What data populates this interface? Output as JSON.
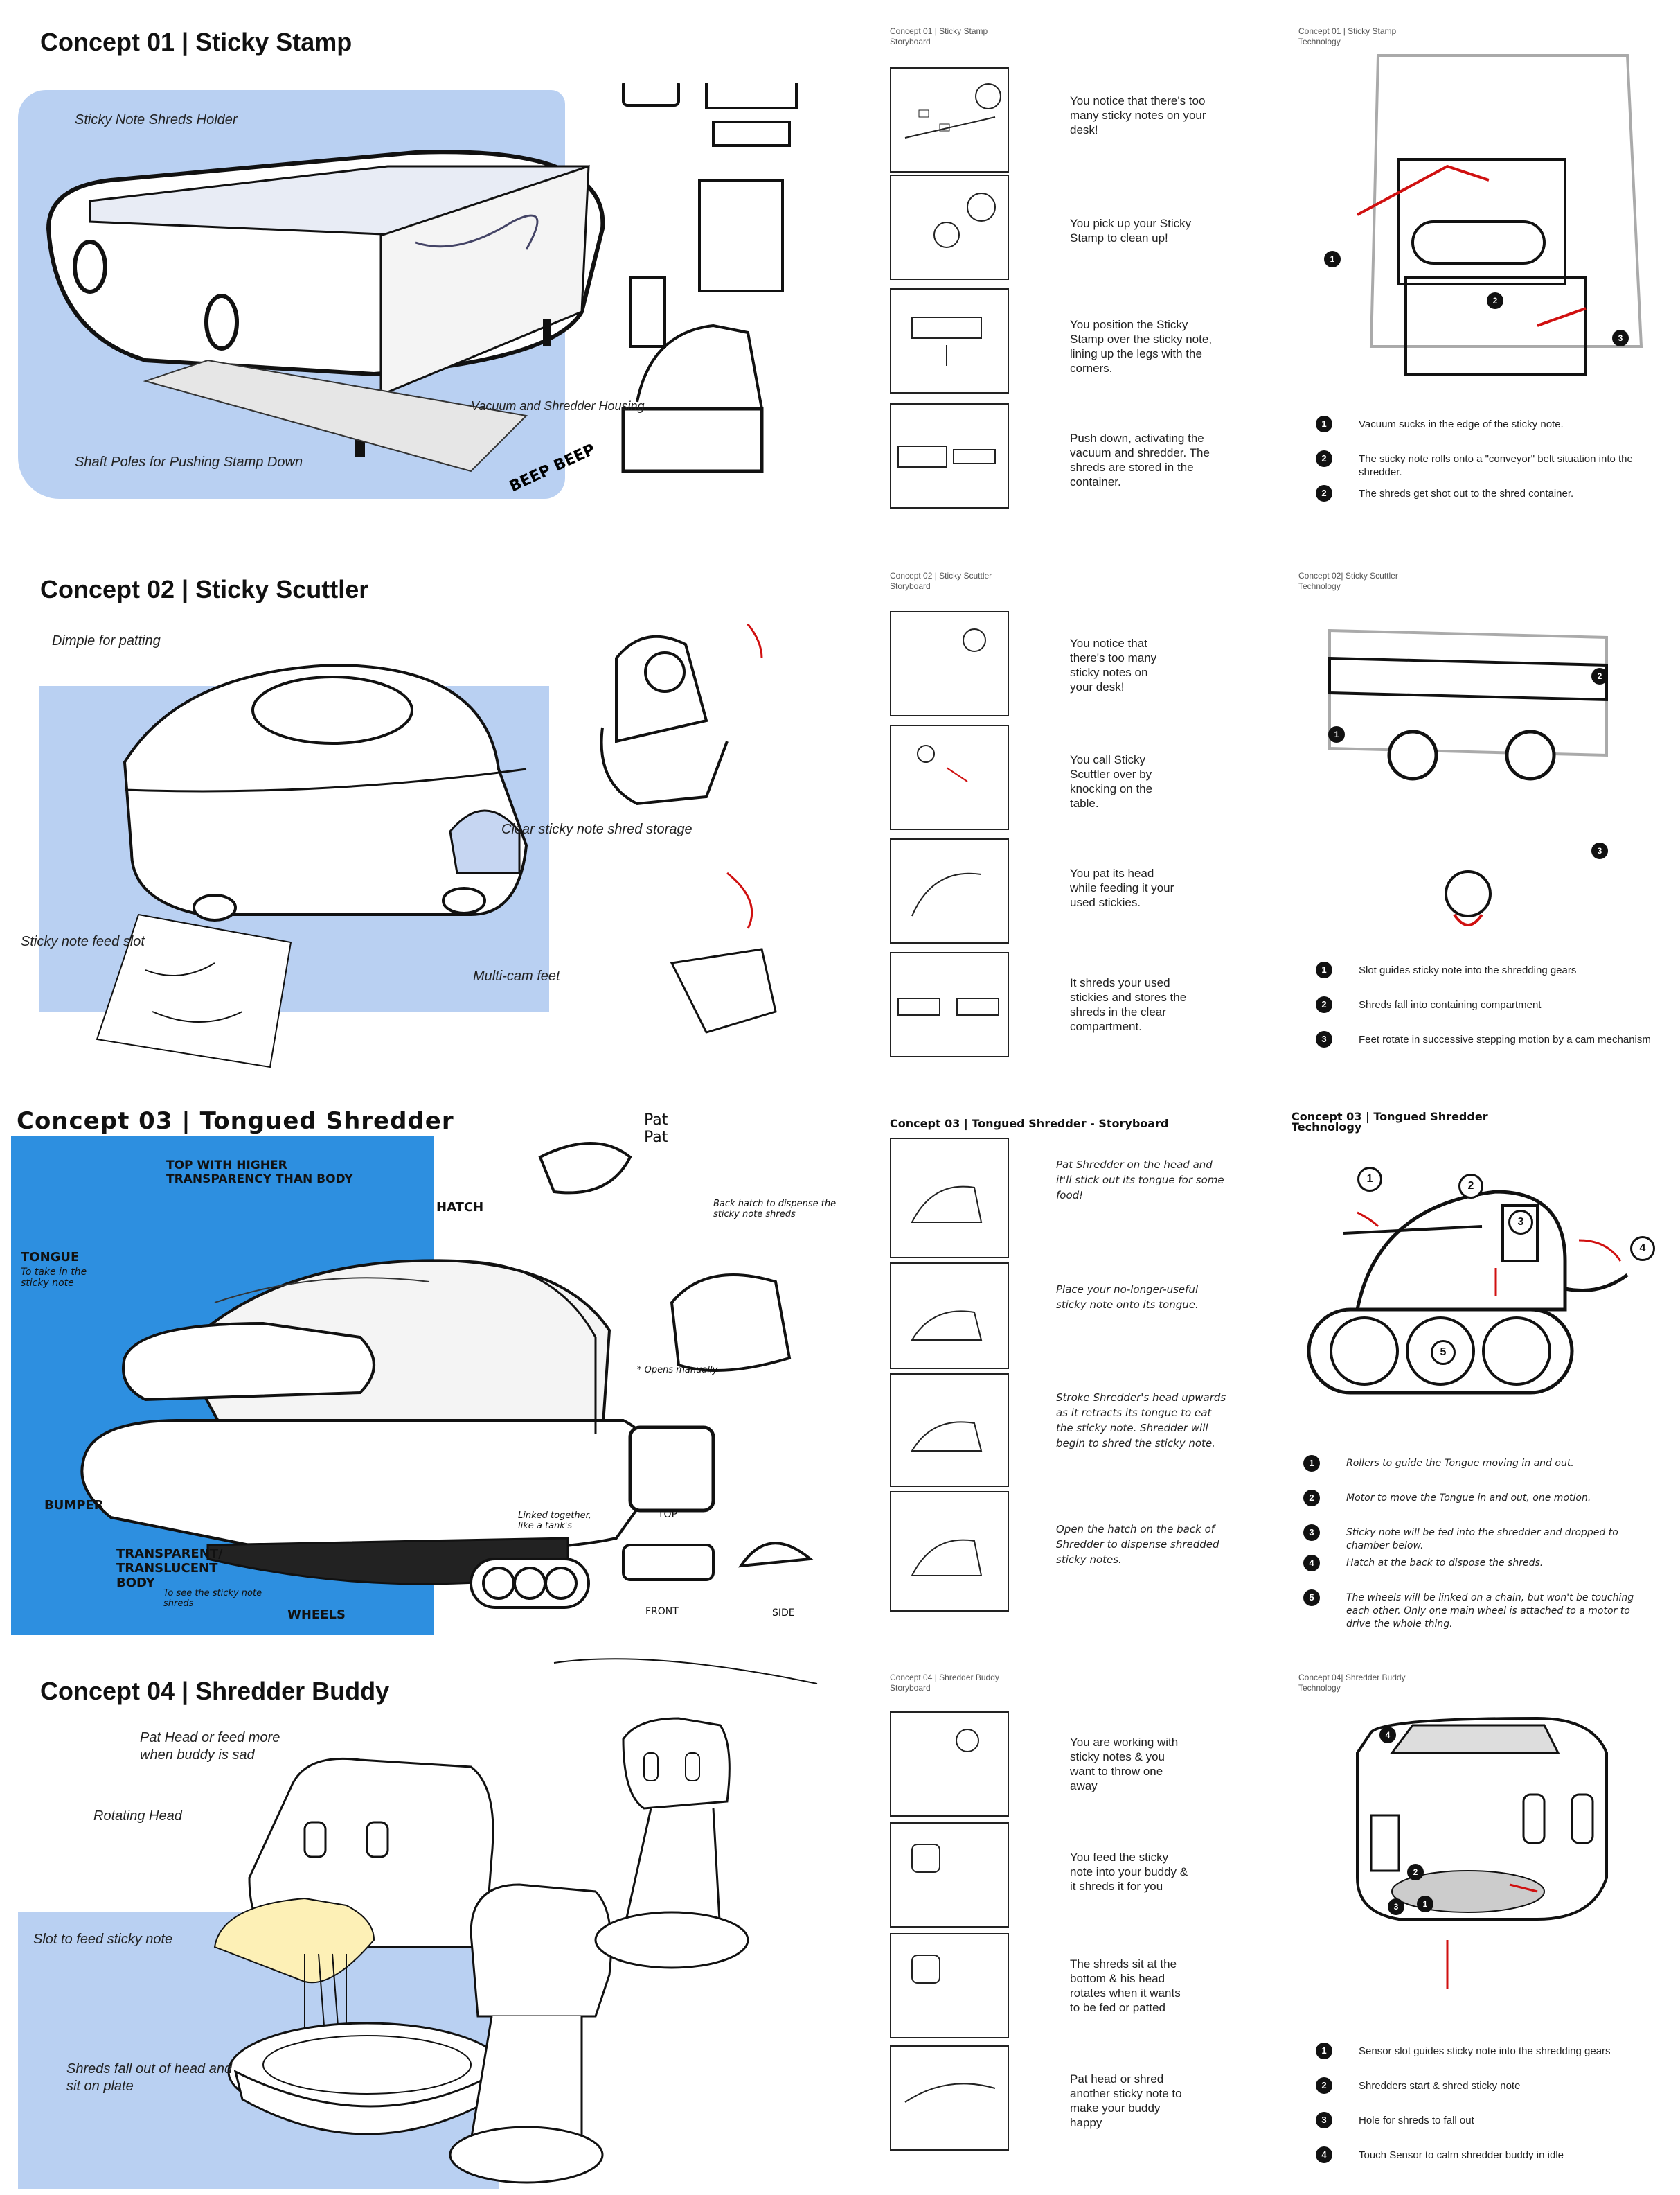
{
  "concepts": [
    {
      "title": "Concept 01 | Sticky Stamp",
      "callouts": [
        "Sticky Note Shreds Holder",
        "Vacuum and Shredder Housing",
        "Shaft Poles for Pushing Stamp Down"
      ],
      "sketch_text": "BEEP BEEP",
      "storyboard_header": [
        "Concept 01 | Sticky Stamp",
        "Storyboard"
      ],
      "storyboard": [
        "You notice that there's too many sticky notes on your desk!",
        "You pick up your Sticky Stamp to clean up!",
        "You position the Sticky Stamp over the sticky note, lining up the legs with the corners.",
        "Push down, activating the vacuum and shredder. The shreds are stored in the container."
      ],
      "tech_header": [
        "Concept 01 | Sticky Stamp",
        "Technology"
      ],
      "tech_markers": [
        "1",
        "2",
        "3"
      ],
      "tech_legend": [
        {
          "n": "1",
          "text": "Vacuum sucks in the edge of the sticky note."
        },
        {
          "n": "2",
          "text": "The sticky note rolls onto a \"conveyor\" belt situation into the shredder."
        },
        {
          "n": "2",
          "text": "The shreds get shot out to the shred container."
        }
      ]
    },
    {
      "title": "Concept 02 | Sticky Scuttler",
      "callouts": [
        "Dimple for patting",
        "Clear sticky note shred storage",
        "Sticky note feed slot",
        "Multi-cam feet"
      ],
      "storyboard_header": [
        "Concept 02 | Sticky Scuttler",
        "Storyboard"
      ],
      "storyboard": [
        "You notice that there's too many sticky notes on your desk!",
        "You call Sticky Scuttler over by knocking on the table.",
        "You pat its head while feeding it your used stickies.",
        "It shreds your used stickies and stores the shreds in the clear compartment."
      ],
      "tech_header": [
        "Concept 02| Sticky Scuttler",
        "Technology"
      ],
      "tech_markers": [
        "1",
        "2",
        "3"
      ],
      "tech_legend": [
        {
          "n": "1",
          "text": "Slot guides sticky note into the shredding gears"
        },
        {
          "n": "2",
          "text": "Shreds fall into containing compartment"
        },
        {
          "n": "3",
          "text": "Feet rotate in successive stepping motion by a cam mechanism"
        }
      ]
    },
    {
      "title": "Concept 03 | Tongued Shredder",
      "callouts": [
        "TOP WITH HIGHER TRANSPARENCY THAN BODY",
        "TONGUE",
        "To take in the sticky note",
        "HATCH",
        "Back hatch to dispense the sticky note shreds",
        "* Opens manually",
        "BUMPER",
        "TRANSPARENT/ TRANSLUCENT BODY",
        "To see the sticky note shreds",
        "WHEELS",
        "Linked together, like a tank's",
        "TOP",
        "FRONT",
        "SIDE",
        "Pat Pat"
      ],
      "storyboard_header": [
        "Concept 03 | Tongued Shredder - Storyboard"
      ],
      "storyboard": [
        "Pat Shredder on the head and it'll stick out its tongue for some food!",
        "Place your no-longer-useful sticky note onto its tongue.",
        "Stroke Shredder's head upwards as it retracts its tongue to eat the sticky note. Shredder will begin to shred the sticky note.",
        "Open the hatch on the back of Shredder to dispense shredded sticky notes."
      ],
      "tech_header": [
        "Concept 03 | Tongued Shredder",
        "Technology"
      ],
      "tech_markers": [
        "1",
        "2",
        "3",
        "4",
        "5"
      ],
      "tech_legend": [
        {
          "n": "1",
          "text": "Rollers to guide the Tongue moving in and out."
        },
        {
          "n": "2",
          "text": "Motor to move the Tongue in and out, one motion."
        },
        {
          "n": "3",
          "text": "Sticky note will be fed into the shredder and dropped to chamber below."
        },
        {
          "n": "4",
          "text": "Hatch at the back to dispose the shreds."
        },
        {
          "n": "5",
          "text": "The wheels will be linked on a chain, but won't be touching each other. Only one main wheel is attached to a motor to drive the whole thing."
        }
      ]
    },
    {
      "title": "Concept 04 | Shredder Buddy",
      "callouts": [
        "Pat Head or feed more when buddy is sad",
        "Rotating Head",
        "Slot to feed sticky note",
        "Shreds fall out of head and sit on plate"
      ],
      "storyboard_header": [
        "Concept 04 | Shredder Buddy",
        "Storyboard"
      ],
      "storyboard": [
        "You are working with sticky notes & you want to throw one away",
        "You feed the sticky note into your buddy & it shreds it for you",
        "The shreds sit at the bottom & his head rotates when it wants to be fed or patted",
        "Pat head or shred another sticky note to make your buddy happy"
      ],
      "tech_header": [
        "Concept 04| Shredder Buddy",
        "Technology"
      ],
      "tech_markers": [
        "4",
        "2",
        "1",
        "3"
      ],
      "tech_legend": [
        {
          "n": "1",
          "text": "Sensor slot guides sticky note into the shredding gears"
        },
        {
          "n": "2",
          "text": "Shredders start & shred sticky note"
        },
        {
          "n": "3",
          "text": "Hole for shreds to fall out"
        },
        {
          "n": "4",
          "text": "Touch Sensor to calm shredder buddy in idle"
        }
      ]
    }
  ]
}
